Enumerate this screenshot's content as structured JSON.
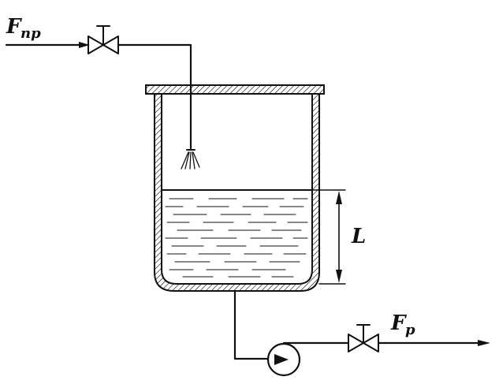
{
  "labels": {
    "inflow_main": "F",
    "inflow_sub": "пр",
    "outflow_main": "F",
    "outflow_sub": "р",
    "level": "L"
  },
  "icons": {
    "inlet_valve": "gate-valve-icon",
    "outlet_valve": "gate-valve-icon",
    "pump": "centrifugal-pump-icon",
    "spray_nozzle": "spray-nozzle-icon"
  },
  "colors": {
    "ink": "#111111",
    "paper": "#ffffff"
  }
}
